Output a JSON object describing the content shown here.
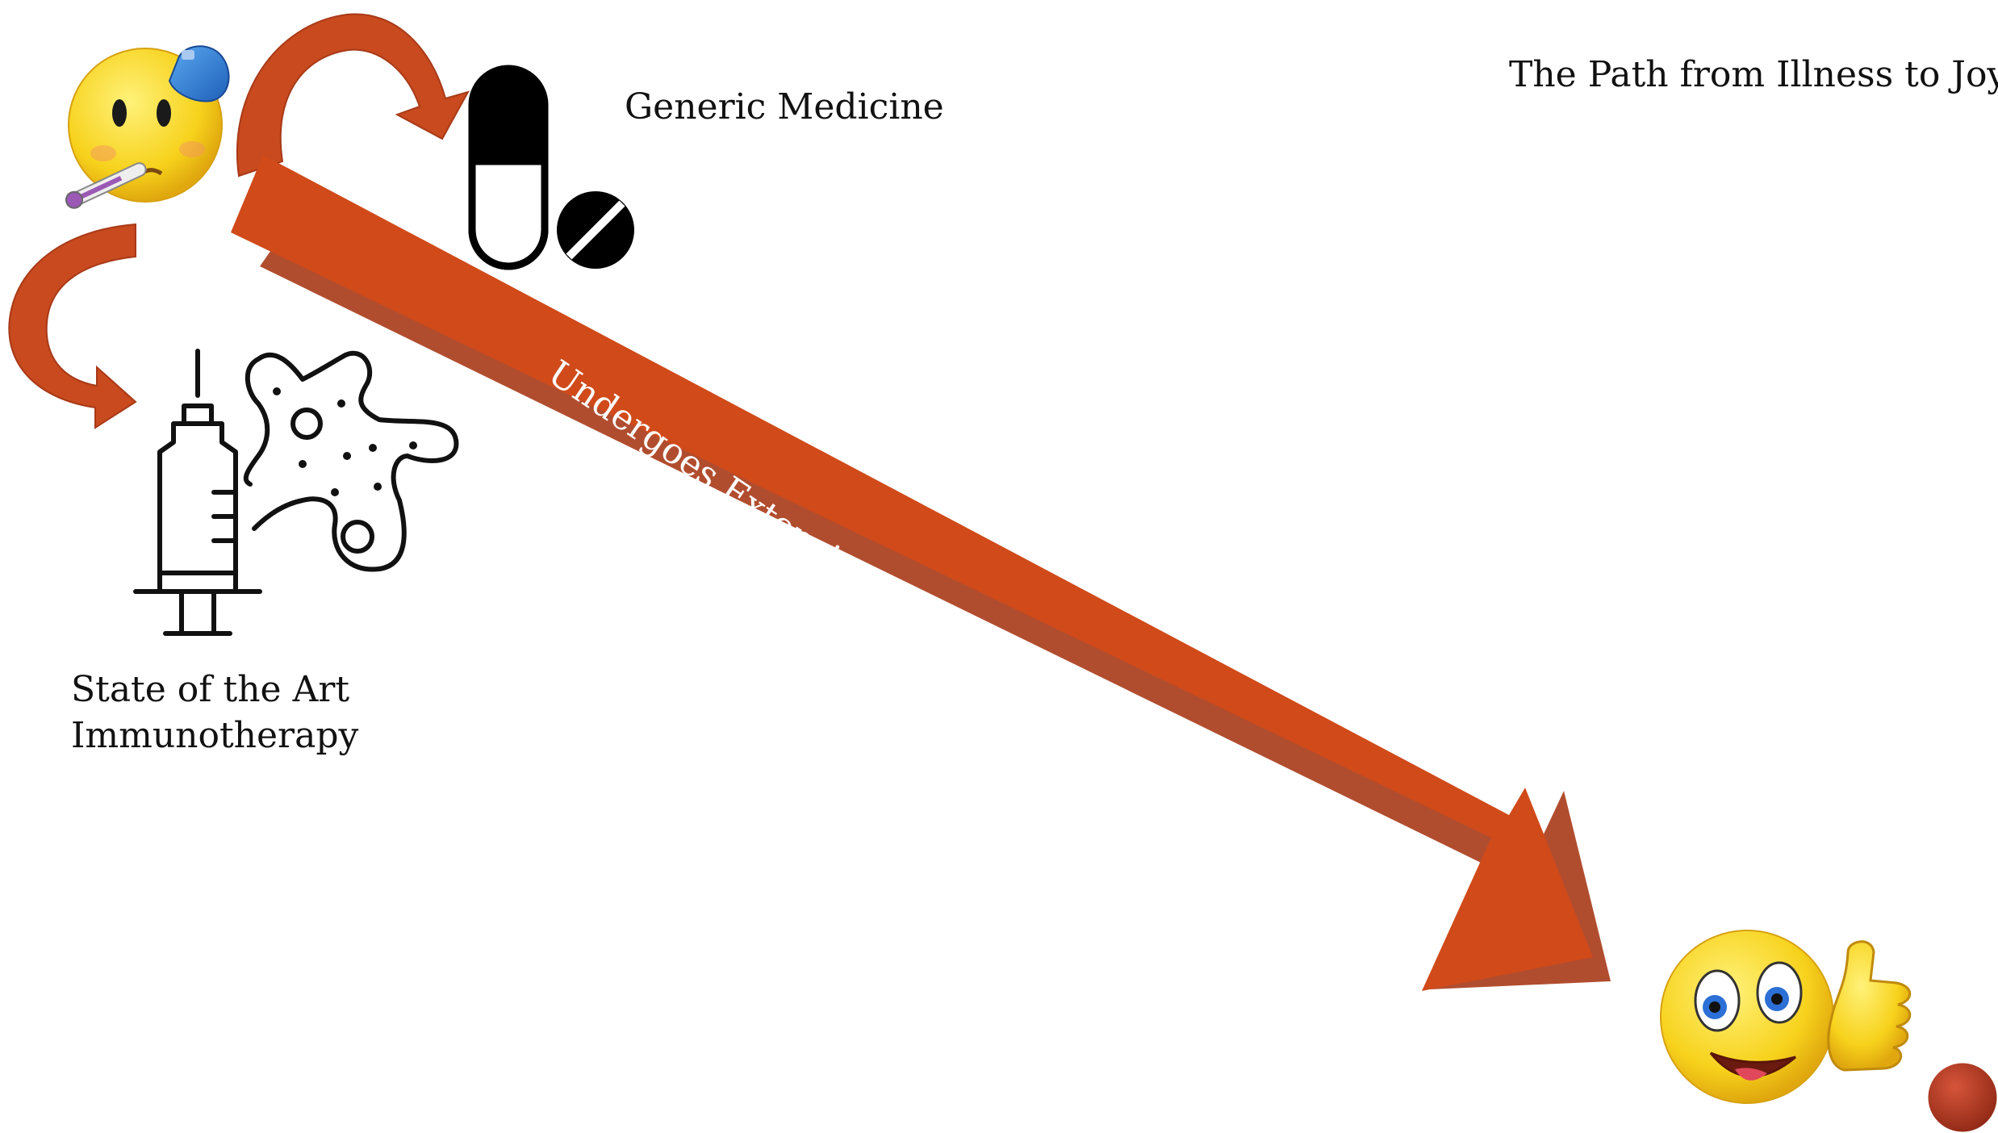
{
  "title": "The Path from Illness to Joy",
  "nodes": {
    "generic_medicine": {
      "label": "Generic Medicine",
      "icon": "pill-capsule-icon"
    },
    "immunotherapy": {
      "label_line1": "State of the Art",
      "label_line2": "Immunotherapy",
      "icon": "syringe-virus-icon"
    },
    "start": {
      "icon": "sick-face-emoji-icon"
    },
    "end": {
      "icon": "happy-thumbs-up-emoji-icon"
    }
  },
  "main_arrow": {
    "label": "Undergoes Extensive Research and Development"
  },
  "colors": {
    "arrow": "#D04A1A",
    "arrow_dark": "#A83A18",
    "icon_stroke": "#000000",
    "emoji_yellow": "#F7D21C",
    "corner_dot": "#B83A1E"
  }
}
